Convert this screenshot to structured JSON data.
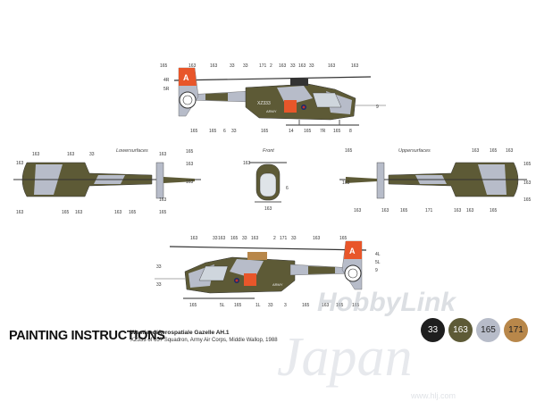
{
  "header": {
    "title": "PAINTING INSTRUCTIONS",
    "subtitle_line1": "Westland/Aerospatiale Gazelle AH.1",
    "subtitle_line2": "XZ333 of 657 Squadron, Army Air Corps, Middle Wallop, 1988"
  },
  "view_captions": {
    "lower": "Lowersurfaces",
    "front": "Front",
    "upper": "Uppersurfaces"
  },
  "aircraft": {
    "tail_letter": "A",
    "serial": "XZ333",
    "army": "ARMY"
  },
  "callouts": {
    "side_top": [
      "163",
      "163",
      "33",
      "33",
      "171",
      "2",
      "163",
      "33",
      "163",
      "33",
      "163",
      "163"
    ],
    "side_top_extra": [
      "165",
      "4R",
      "5R",
      "9"
    ],
    "side_bottom": [
      "165",
      "165",
      "6",
      "33",
      "165",
      "14",
      "165",
      "7R",
      "165",
      "8"
    ],
    "lower_top": [
      "163",
      "163",
      "33",
      "163"
    ],
    "lower_left": [
      "163"
    ],
    "lower_bottom": [
      "163",
      "165",
      "163",
      "163",
      "165",
      "165",
      "163"
    ],
    "lower_right": [
      "165",
      "163",
      "163"
    ],
    "front_labels": [
      "163",
      "6",
      "163"
    ],
    "upper_top": [
      "165",
      "163",
      "165",
      "163",
      "165"
    ],
    "upper_left": [
      "163"
    ],
    "upper_bottom": [
      "163",
      "163",
      "165",
      "171",
      "163",
      "163",
      "165"
    ],
    "upper_right": [
      "163",
      "165"
    ],
    "side2_top": [
      "163",
      "33",
      "163",
      "165",
      "33",
      "163",
      "2",
      "171",
      "33",
      "163",
      "165"
    ],
    "side2_right": [
      "4L",
      "5L",
      "9"
    ],
    "side2_left": [
      "33",
      "33"
    ],
    "side2_bottom": [
      "165",
      "5L",
      "165",
      "1L",
      "33",
      "3",
      "165",
      "163",
      "165",
      "165"
    ]
  },
  "swatches": [
    {
      "label": "33",
      "color": "#1e1e1e",
      "text_color": "#ffffff"
    },
    {
      "label": "163",
      "color": "#5d5a36",
      "text_color": "#ffffff"
    },
    {
      "label": "165",
      "color": "#b7bcc9",
      "text_color": "#222222"
    },
    {
      "label": "171",
      "color": "#b8874a",
      "text_color": "#222222"
    }
  ],
  "watermark": {
    "brand": "HobbyLink",
    "sub": "Japan",
    "url": "www.hlj.com"
  },
  "colors": {
    "olive": "#5d5a36",
    "grey": "#b7bcc9",
    "black": "#1e1e1e",
    "orange": "#e8562a"
  }
}
